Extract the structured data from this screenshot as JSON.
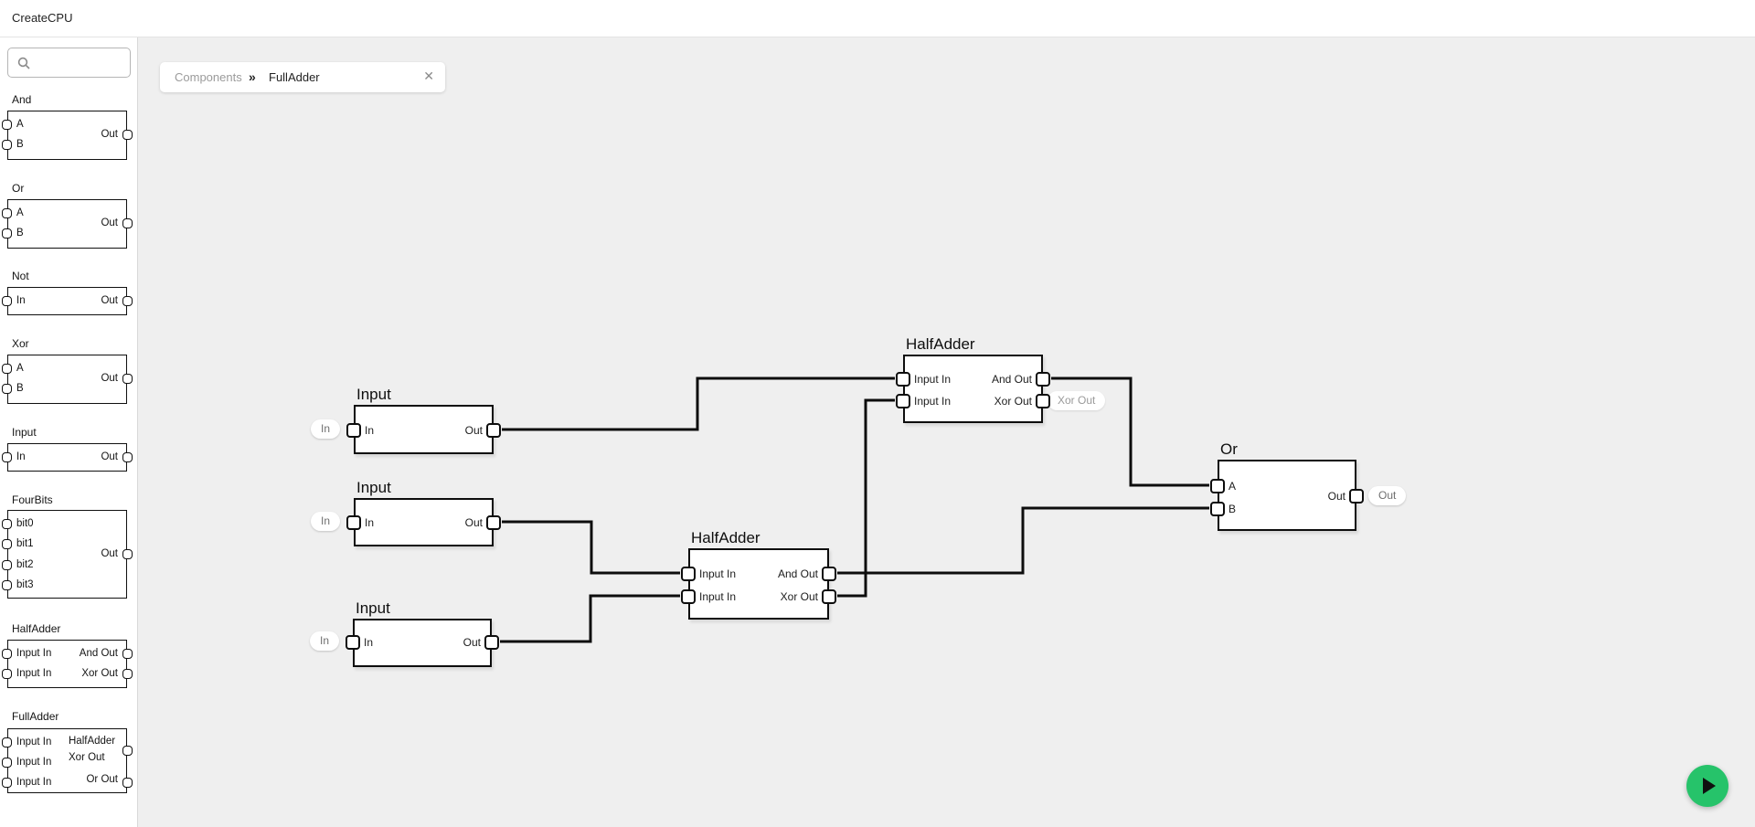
{
  "app": {
    "title": "CreateCPU"
  },
  "sidebar": {
    "search_placeholder": "",
    "components": [
      {
        "name": "And",
        "inputs": [
          "A",
          "B"
        ],
        "outputs": [
          "Out"
        ]
      },
      {
        "name": "Or",
        "inputs": [
          "A",
          "B"
        ],
        "outputs": [
          "Out"
        ]
      },
      {
        "name": "Not",
        "inputs": [
          "In"
        ],
        "outputs": [
          "Out"
        ]
      },
      {
        "name": "Xor",
        "inputs": [
          "A",
          "B"
        ],
        "outputs": [
          "Out"
        ]
      },
      {
        "name": "Input",
        "inputs": [
          "In"
        ],
        "outputs": [
          "Out"
        ]
      },
      {
        "name": "FourBits",
        "inputs": [
          "bit0",
          "bit1",
          "bit2",
          "bit3"
        ],
        "outputs": [
          "Out"
        ]
      },
      {
        "name": "HalfAdder",
        "inputs": [
          "Input In",
          "Input In"
        ],
        "outputs": [
          "And Out",
          "Xor Out"
        ]
      },
      {
        "name": "FullAdder",
        "inputs": [
          "Input In",
          "Input In",
          "Input In"
        ],
        "outputs": [
          "HalfAdder Xor Out",
          "Or Out"
        ],
        "output_lines": [
          "HalfAdder",
          "Xor Out",
          "Or Out"
        ]
      }
    ]
  },
  "tab": {
    "root": "Components",
    "separator": "»",
    "title": "FullAdder",
    "close_label": "✕"
  },
  "canvas": {
    "nodes": [
      {
        "title": "Input",
        "badge": "In",
        "inputs": [
          "In"
        ],
        "outputs": [
          "Out"
        ]
      },
      {
        "title": "Input",
        "badge": "In",
        "inputs": [
          "In"
        ],
        "outputs": [
          "Out"
        ]
      },
      {
        "title": "Input",
        "badge": "In",
        "inputs": [
          "In"
        ],
        "outputs": [
          "Out"
        ]
      },
      {
        "title": "HalfAdder",
        "badge": "Xor Out",
        "inputs": [
          "Input In",
          "Input In"
        ],
        "outputs": [
          "And Out",
          "Xor Out"
        ]
      },
      {
        "title": "HalfAdder",
        "inputs": [
          "Input In",
          "Input In"
        ],
        "outputs": [
          "And Out",
          "Xor Out"
        ]
      },
      {
        "title": "Or",
        "badge": "Out",
        "inputs": [
          "A",
          "B"
        ],
        "outputs": [
          "Out"
        ]
      }
    ],
    "connections": [
      {
        "from": "Input-1.Out",
        "to": "HalfAdder-top.Input In (1)"
      },
      {
        "from": "HalfAdder-bottom.Xor Out",
        "to": "HalfAdder-top.Input In (2)"
      },
      {
        "from": "Input-2.Out",
        "to": "HalfAdder-bottom.Input In (1)"
      },
      {
        "from": "Input-3.Out",
        "to": "HalfAdder-bottom.Input In (2)"
      },
      {
        "from": "HalfAdder-top.And Out",
        "to": "Or.A"
      },
      {
        "from": "HalfAdder-bottom.And Out",
        "to": "Or.B"
      }
    ]
  },
  "icons": {
    "search": "search-icon",
    "close": "close-icon",
    "breadcrumb_separator": "double-chevron-right-icon",
    "run": "play-icon"
  },
  "colors": {
    "run_button_green": "#26c36a",
    "wire": "#0d0d0d",
    "canvas_bg": "#efefef"
  }
}
